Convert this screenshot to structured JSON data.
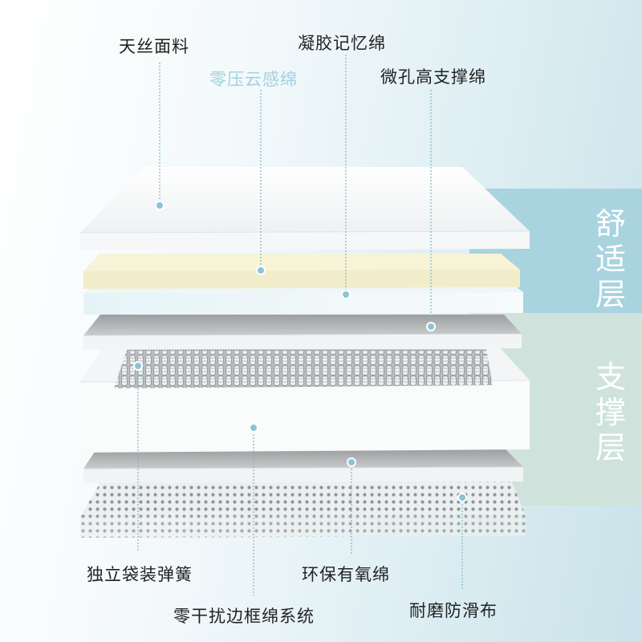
{
  "labels": {
    "tencel": "天丝面料",
    "zero_pressure": "零压云感绵",
    "gel_memory": "凝胶记忆绵",
    "micro_hole": "微孔高支撑绵",
    "pocket_spring": "独立袋装弹簧",
    "zero_edge": "零干扰边框绵系统",
    "eco_foam": "环保有氧绵",
    "anti_slip": "耐磨防滑布"
  },
  "bands": {
    "comfort": [
      "舒",
      "适",
      "层"
    ],
    "support": [
      "支",
      "撑",
      "层"
    ]
  },
  "colors": {
    "comfort_band": "#a9d3df",
    "support_band": "#cfe3dc",
    "callout_line": "#7fb4c9",
    "callout_dot": "#8ec3d6",
    "memory_layer": "#f4f1d2"
  }
}
